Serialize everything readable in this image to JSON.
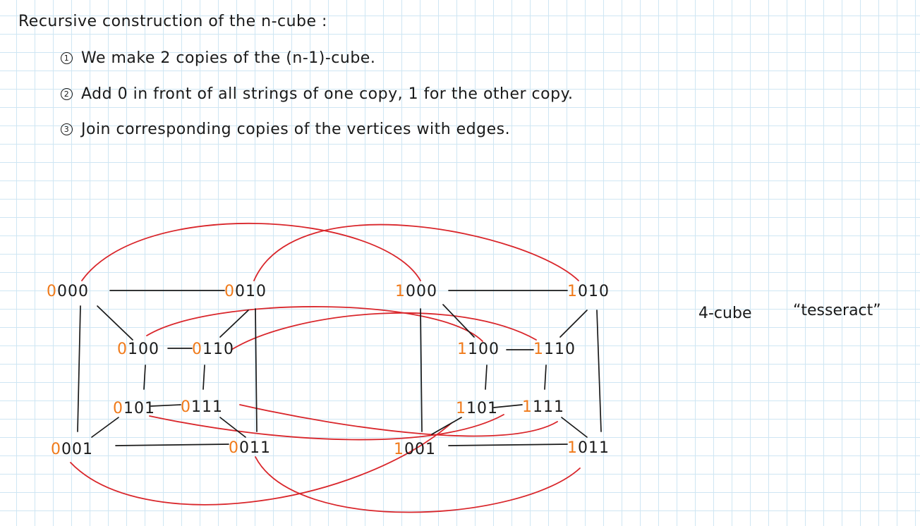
{
  "notes": {
    "heading": "Recursive construction of the n-cube :",
    "steps": [
      {
        "marker": "1",
        "text": "We make 2 copies of the (n-1)-cube."
      },
      {
        "marker": "2",
        "text": "Add 0 in front of all strings of one copy,   1 for the other copy."
      },
      {
        "marker": "3",
        "text": "Join corresponding copies of the vertices with edges."
      }
    ]
  },
  "diagram": {
    "label": "4-cube",
    "nickname": "“tesseract”",
    "vertices": [
      "0000",
      "0010",
      "0100",
      "0110",
      "0101",
      "0111",
      "0001",
      "0011",
      "1000",
      "1010",
      "1100",
      "1110",
      "1101",
      "1111",
      "1001",
      "1011"
    ],
    "colors": {
      "cube_edges": "#1a1a1a",
      "joining_edges": "#d9262b",
      "added_bit": "#f07a1a",
      "grid": "#cfe6f3"
    }
  }
}
